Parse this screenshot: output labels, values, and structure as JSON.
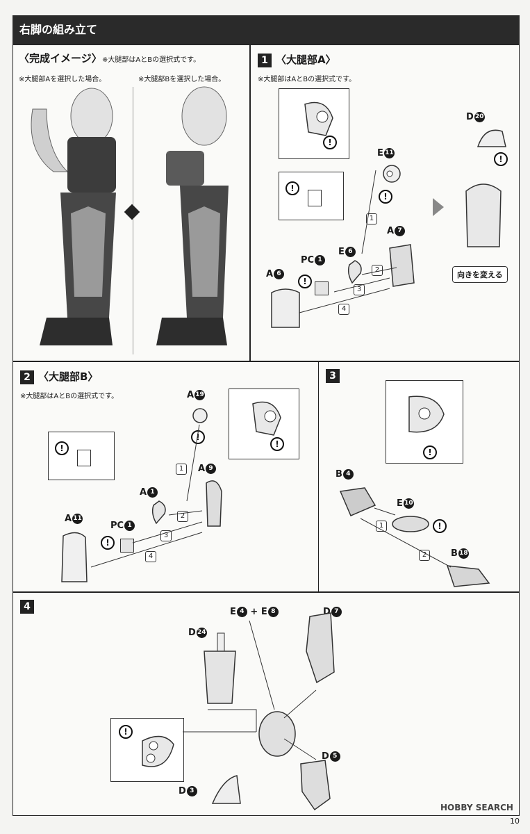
{
  "header": {
    "title": "右脚の組み立て"
  },
  "preview": {
    "title": "〈完成イメージ〉",
    "note": "※大腿部はAとBの選択式です。",
    "option_a": "※大腿部Aを選択した場合。",
    "option_b": "※大腿部Bを選択した場合。"
  },
  "step1": {
    "number": "1",
    "title": "〈大腿部A〉",
    "note": "※大腿部はAとBの選択式です。",
    "parts": {
      "e11": "E",
      "e11n": "11",
      "e6": "E",
      "e6n": "6",
      "a7": "A",
      "a7n": "7",
      "pc1": "PC",
      "pc1n": "1",
      "a6": "A",
      "a6n": "6",
      "d20": "D",
      "d20n": "20"
    },
    "steps": [
      "1",
      "2",
      "3",
      "4"
    ],
    "turn_label": "向きを変える"
  },
  "step2": {
    "number": "2",
    "title": "〈大腿部B〉",
    "note": "※大腿部はAとBの選択式です。",
    "parts": {
      "a19": "A",
      "a19n": "19",
      "a9": "A",
      "a9n": "9",
      "a1": "A",
      "a1n": "1",
      "pc1": "PC",
      "pc1n": "1",
      "a11": "A",
      "a11n": "11"
    },
    "steps": [
      "1",
      "2",
      "3",
      "4"
    ]
  },
  "step3": {
    "number": "3",
    "parts": {
      "b4": "B",
      "b4n": "4",
      "e10": "E",
      "e10n": "10",
      "b18": "B",
      "b18n": "18"
    },
    "steps": [
      "1",
      "2"
    ]
  },
  "step4": {
    "number": "4",
    "parts": {
      "e4": "E",
      "e4n": "4",
      "plus": "+",
      "e8": "E",
      "e8n": "8",
      "d7": "D",
      "d7n": "7",
      "d24": "D",
      "d24n": "24",
      "d5": "D",
      "d5n": "5",
      "d3": "D",
      "d3n": "3"
    }
  },
  "warn_symbol": "!",
  "footer": {
    "watermark": "HOBBY SEARCH",
    "page": "10"
  }
}
